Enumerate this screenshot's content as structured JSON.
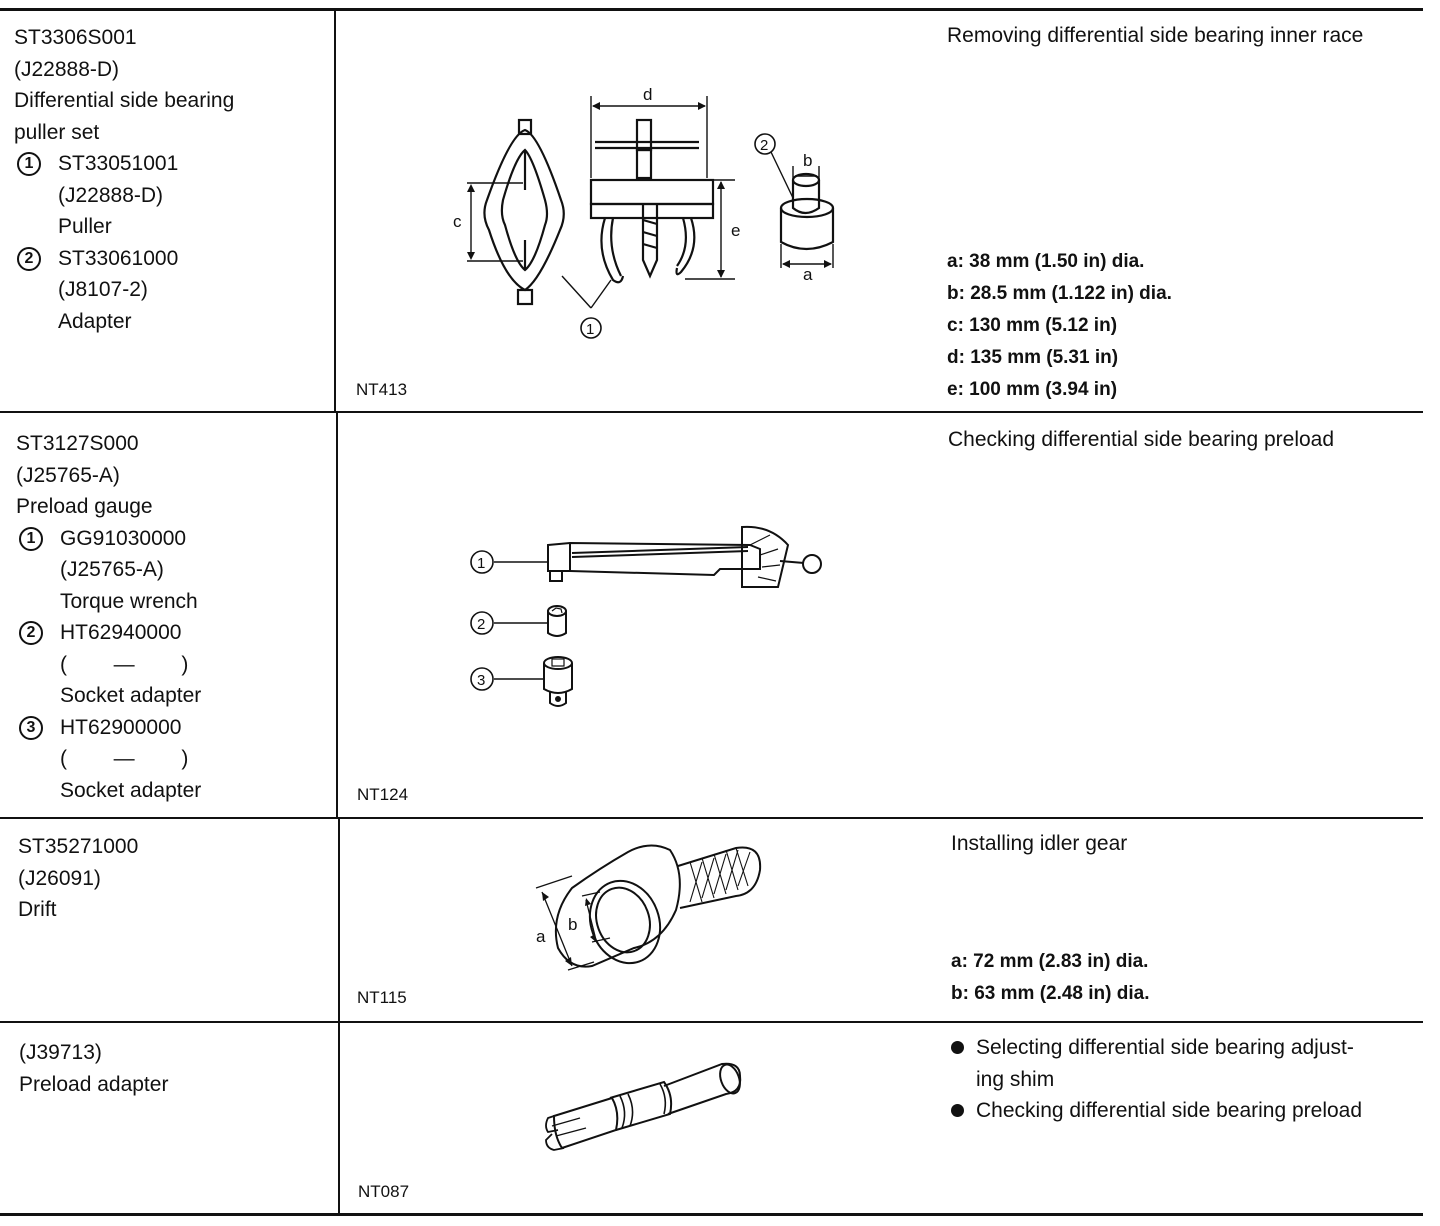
{
  "rows": [
    {
      "tool_lines": [
        {
          "text": "ST3306S001"
        },
        {
          "text": "(J22888-D)"
        },
        {
          "text": "Differential side bearing"
        },
        {
          "text": "puller set"
        },
        {
          "num": "1",
          "text": "ST33051001"
        },
        {
          "text": "(J22888-D)",
          "indent": true
        },
        {
          "text": "Puller",
          "indent": true
        },
        {
          "num": "2",
          "text": "ST33061000"
        },
        {
          "text": "(J8107-2)",
          "indent": true
        },
        {
          "text": "Adapter",
          "indent": true
        }
      ],
      "figure_code": "NT413",
      "figure_labels": {
        "a": "a",
        "b": "b",
        "c": "c",
        "d": "d",
        "e": "e",
        "n1": "1",
        "n2": "2"
      },
      "description": "Removing differential side bearing inner race",
      "specs": [
        "a: 38 mm (1.50 in) dia.",
        "b: 28.5 mm (1.122 in) dia.",
        "c: 130 mm (5.12 in)",
        "d: 135 mm (5.31 in)",
        "e: 100 mm (3.94 in)"
      ]
    },
    {
      "tool_lines": [
        {
          "text": "ST3127S000"
        },
        {
          "text": "(J25765-A)"
        },
        {
          "text": "Preload gauge"
        },
        {
          "num": "1",
          "text": "GG91030000"
        },
        {
          "text": "(J25765-A)",
          "indent": true
        },
        {
          "text": "Torque wrench",
          "indent": true
        },
        {
          "num": "2",
          "text": "HT62940000"
        },
        {
          "text": "(        —        )",
          "indent": true
        },
        {
          "text": "Socket adapter",
          "indent": true
        },
        {
          "num": "3",
          "text": "HT62900000"
        },
        {
          "text": "(        —        )",
          "indent": true
        },
        {
          "text": "Socket adapter",
          "indent": true
        }
      ],
      "figure_code": "NT124",
      "figure_labels": {
        "n1": "1",
        "n2": "2",
        "n3": "3"
      },
      "description": "Checking differential side bearing preload",
      "specs": []
    },
    {
      "tool_lines": [
        {
          "text": "ST35271000"
        },
        {
          "text": "(J26091)"
        },
        {
          "text": "Drift"
        }
      ],
      "figure_code": "NT115",
      "figure_labels": {
        "a": "a",
        "b": "b"
      },
      "description": "Installing idler gear",
      "specs": [
        "a: 72 mm (2.83 in) dia.",
        "b: 63 mm (2.48 in) dia."
      ]
    },
    {
      "tool_lines": [
        {
          "text": "(J39713)"
        },
        {
          "text": "Preload adapter"
        }
      ],
      "figure_code": "NT087",
      "bullets": [
        "Selecting differential side bearing adjust-",
        "ing shim",
        "Checking differential side bearing preload"
      ]
    }
  ]
}
